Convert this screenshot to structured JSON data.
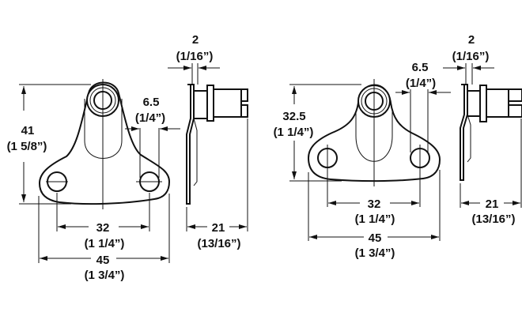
{
  "diagram": {
    "left": {
      "height_mm": "41",
      "height_in": "(1 5/8”)",
      "hole_spacing_mm": "32",
      "hole_spacing_in": "(1 1/4”)",
      "width_mm": "45",
      "width_in": "(1 3/4”)",
      "hole_dia_mm": "6.5",
      "hole_dia_in": "(1/4”)",
      "thickness_mm": "2",
      "thickness_in": "(1/16”)",
      "depth_mm": "21",
      "depth_in": "(13/16”)"
    },
    "right": {
      "height_mm": "32.5",
      "height_in": "(1 1/4”)",
      "hole_spacing_mm": "32",
      "hole_spacing_in": "(1 1/4”)",
      "width_mm": "45",
      "width_in": "(1 3/4”)",
      "hole_dia_mm": "6.5",
      "hole_dia_in": "(1/4”)",
      "thickness_mm": "2",
      "thickness_in": "(1/16”)",
      "depth_mm": "21",
      "depth_in": "(13/16”)"
    }
  }
}
